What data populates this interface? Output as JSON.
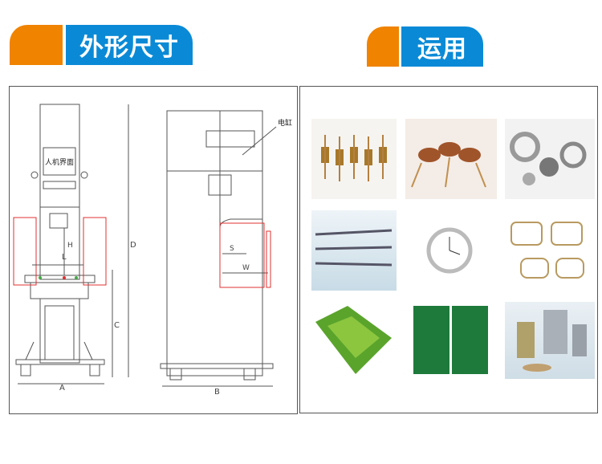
{
  "sections": [
    {
      "title": "外形尺寸"
    },
    {
      "title": "运用"
    }
  ],
  "drawing": {
    "hmi_label": "人机界面",
    "cylinder_label": "电缸",
    "dims": {
      "A": "A",
      "B": "B",
      "C": "C",
      "D": "D",
      "H": "H",
      "L": "L",
      "S": "S",
      "W": "W"
    }
  },
  "colors": {
    "orange": "#f08300",
    "blue": "#0a8ad6",
    "red": "#e03030"
  }
}
